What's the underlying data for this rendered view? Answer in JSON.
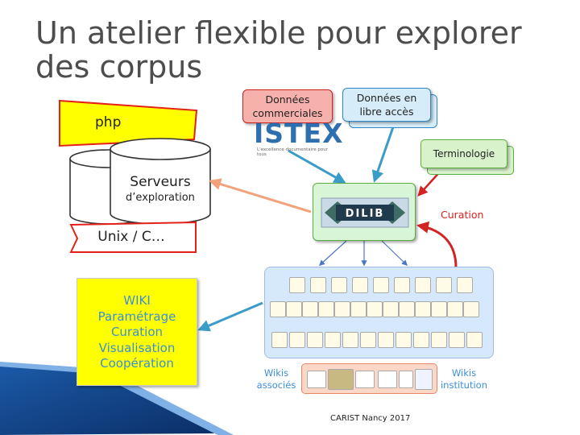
{
  "slide": {
    "title_line1": "Un atelier flexible pour explorer",
    "title_line2": "des corpus",
    "footer": "CARIST Nancy 2017"
  },
  "left_stack": {
    "php": "php",
    "server_title": "Serveurs",
    "server_subtitle": "d’exploration",
    "os": "Unix / C…"
  },
  "wiki_box": {
    "lines": [
      "WIKI",
      "Paramétrage",
      "Curation",
      "Visualisation",
      "Coopération"
    ]
  },
  "sources": {
    "commercial_line1": "Données",
    "commercial_line2": "commerciales",
    "open_line1": "Données en",
    "open_line2": "libre accès",
    "terminology": "Terminologie",
    "istex_logo": "ISTEX",
    "istex_tagline": "L'excellence documentaire pour tous"
  },
  "dilib": {
    "logo": "DILIB"
  },
  "curation_label": "Curation",
  "wikis": {
    "associated_line1": "Wikis",
    "associated_line2": "associés",
    "institution_line1": "Wikis",
    "institution_line2": "institution"
  },
  "colors": {
    "title": "#4d4d4d",
    "wiki_text": "#3b8fd9",
    "curation": "#e02020",
    "php_fill": "#ffff00",
    "php_border": "#e32117",
    "arrow_blue": "#3a9cc8",
    "arrow_orange": "#f2a27a",
    "arrow_red": "#d42222"
  }
}
